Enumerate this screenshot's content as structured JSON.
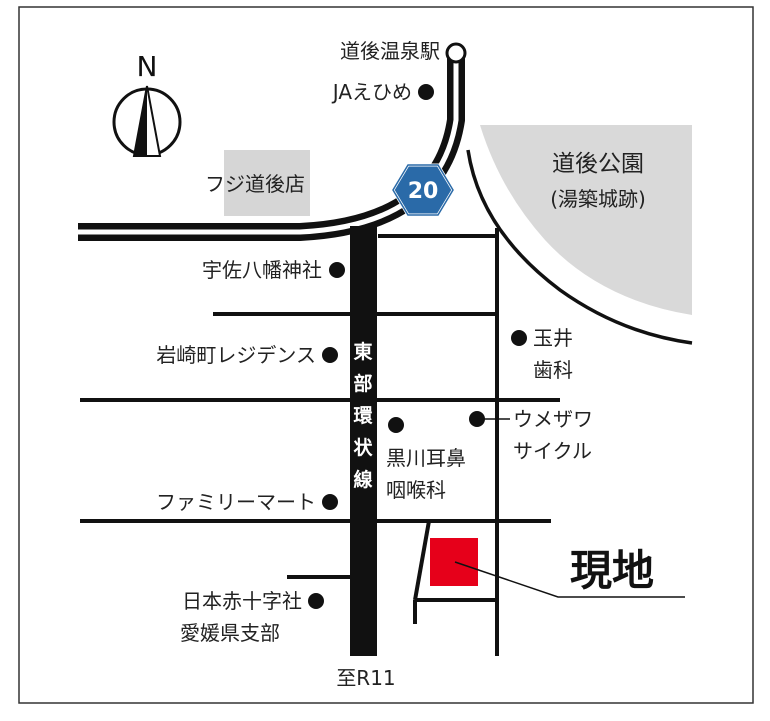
{
  "map": {
    "north_label": "N",
    "route_number": "20",
    "road_label": "東部環状線",
    "road_label_chars": [
      "東",
      "部",
      "環",
      "状",
      "線"
    ],
    "destination": "至R11",
    "site_label": "現地",
    "colors": {
      "road": "#111111",
      "park": "#d9d9d9",
      "building": "#d6d6d6",
      "site": "#e6001a",
      "route_badge": "#2a6aa8"
    },
    "landmarks": {
      "station": "道後温泉駅",
      "ja": "JAえひめ",
      "fuji": "フジ道後店",
      "park": [
        "道後公園",
        "(湯築城跡)"
      ],
      "shrine": "宇佐八幡神社",
      "residence": "岩崎町レジデンス",
      "dental": [
        "玉井",
        "歯科"
      ],
      "cycle": [
        "ウメザワ",
        "サイクル"
      ],
      "ent": [
        "黒川耳鼻",
        "咽喉科"
      ],
      "familymart": "ファミリーマート",
      "redcross": [
        "日本赤十字社",
        "愛媛県支部"
      ]
    }
  }
}
